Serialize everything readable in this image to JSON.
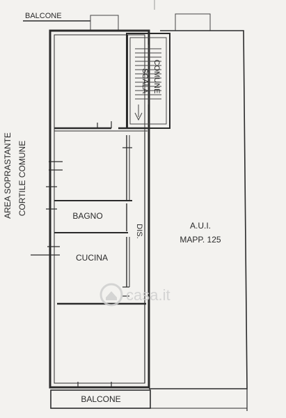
{
  "labels": {
    "balcone_top": "BALCONE",
    "balcone_bottom": "BALCONE",
    "bagno": "BAGNO",
    "cucina": "CUCINA",
    "dis": "DIS.",
    "aui": "A.U.I.",
    "mapp": "MAPP. 125",
    "scala": "SCALA",
    "comune": "COMUNE",
    "area_line1": "AREA SOPRASTANTE",
    "area_line2": "CORTILE COMUNE"
  },
  "watermark": {
    "text": "casa.it",
    "icon": "casa-house-icon"
  },
  "colors": {
    "paper": "#f3f2ef",
    "line": "#2b2b2b",
    "watermark": "#cfcfcf"
  }
}
